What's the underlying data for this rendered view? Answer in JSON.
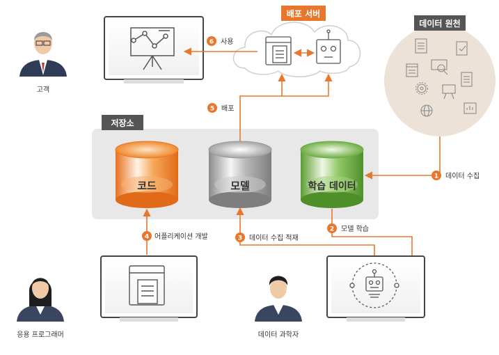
{
  "labels": {
    "deploy_server": "배포 서버",
    "data_source": "데이터 원천",
    "repository": "저장소",
    "customer": "고객",
    "app_programmer": "응용 프로그래머",
    "data_scientist": "데이터 과학자"
  },
  "repository_items": {
    "code": "코드",
    "model": "모델",
    "training_data": "학습 데이터"
  },
  "steps": [
    {
      "num": "1",
      "label": "데이터 수집"
    },
    {
      "num": "2",
      "label": "모델 학습"
    },
    {
      "num": "3",
      "label": "데이터 수집 적재"
    },
    {
      "num": "4",
      "label": "어플리케이션 개발"
    },
    {
      "num": "5",
      "label": "배포"
    },
    {
      "num": "6",
      "label": "사용"
    }
  ],
  "colors": {
    "accent": "#e8772e",
    "label_bg": "#555555",
    "repo_bg": "#e8e8e8",
    "source_bg": "#ece2d8",
    "code_cylinder": "#f08a2c",
    "model_cylinder": "#9a9a9a",
    "data_cylinder": "#6fae47"
  },
  "icons": [
    "presentation-chart-icon",
    "browser-document-icon",
    "robot-icon",
    "document-icon",
    "gear-icon",
    "globe-icon",
    "checklist-icon",
    "analytics-icon"
  ]
}
